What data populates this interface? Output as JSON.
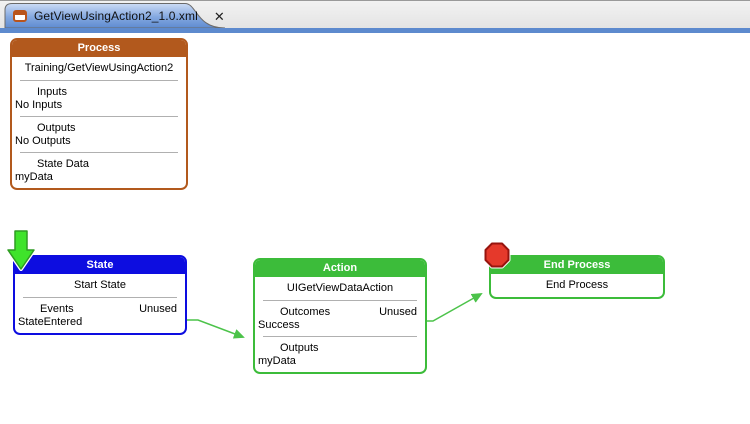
{
  "tab": {
    "title": "GetViewUsingAction2_1.0.xml",
    "close": "✕"
  },
  "nodes": {
    "process": {
      "title": "Process",
      "name": "Training/GetViewUsingAction2",
      "sections": [
        {
          "label": "Inputs",
          "value": "No Inputs"
        },
        {
          "label": "Outputs",
          "value": "No Outputs"
        },
        {
          "label": "State Data",
          "value": "myData"
        }
      ]
    },
    "state": {
      "title": "State",
      "name": "Start State",
      "sections": [
        {
          "label": "Events",
          "badge": "Unused",
          "value": "StateEntered"
        }
      ]
    },
    "action": {
      "title": "Action",
      "name": "UIGetViewDataAction",
      "sections": [
        {
          "label": "Outcomes",
          "badge": "Unused",
          "value": "Success"
        },
        {
          "label": "Outputs",
          "value": "myData"
        }
      ]
    },
    "end_process": {
      "title": "End Process",
      "name": "End Process"
    }
  },
  "icons": {
    "tab_icon": "document-icon",
    "close_icon": "close-icon",
    "start_icon": "start-arrow-icon",
    "stop_icon": "stop-octagon-icon"
  },
  "colors": {
    "process_header": "#b2591d",
    "state_header": "#0d0de0",
    "action_header": "#3cbc3a",
    "end_header": "#3cbc3a",
    "connector_green": "#4cc34a",
    "start_arrow_green": "#3fe32b",
    "stop_red": "#e5392b",
    "accent_blue": "#5d8ace"
  }
}
